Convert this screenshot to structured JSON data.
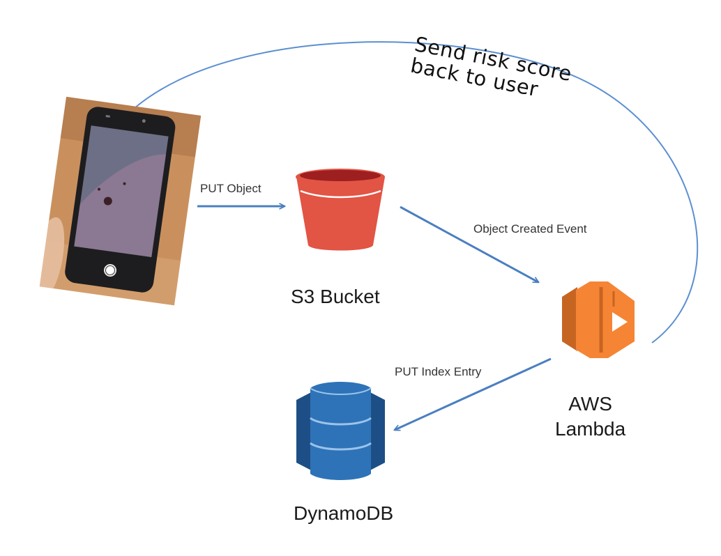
{
  "diagram": {
    "edges": {
      "put_object": "PUT Object",
      "object_created_event": "Object Created Event",
      "put_index_entry": "PUT Index Entry",
      "send_risk_score_line1": "Send risk score",
      "send_risk_score_line2": "back to user"
    },
    "nodes": {
      "s3_bucket": "S3 Bucket",
      "aws_lambda_line1": "AWS",
      "aws_lambda_line2": "Lambda",
      "dynamodb": "DynamoDB"
    }
  },
  "colors": {
    "arrow": "#4a7fc0",
    "curve": "#5b8fd0",
    "s3_red": "#e25444",
    "lambda_orange": "#f58534",
    "dynamodb_blue": "#2e73b8"
  },
  "icons": {
    "phone_photo": "phone-photo-icon",
    "s3": "s3-bucket-icon",
    "lambda": "aws-lambda-icon",
    "dynamodb": "dynamodb-icon"
  }
}
